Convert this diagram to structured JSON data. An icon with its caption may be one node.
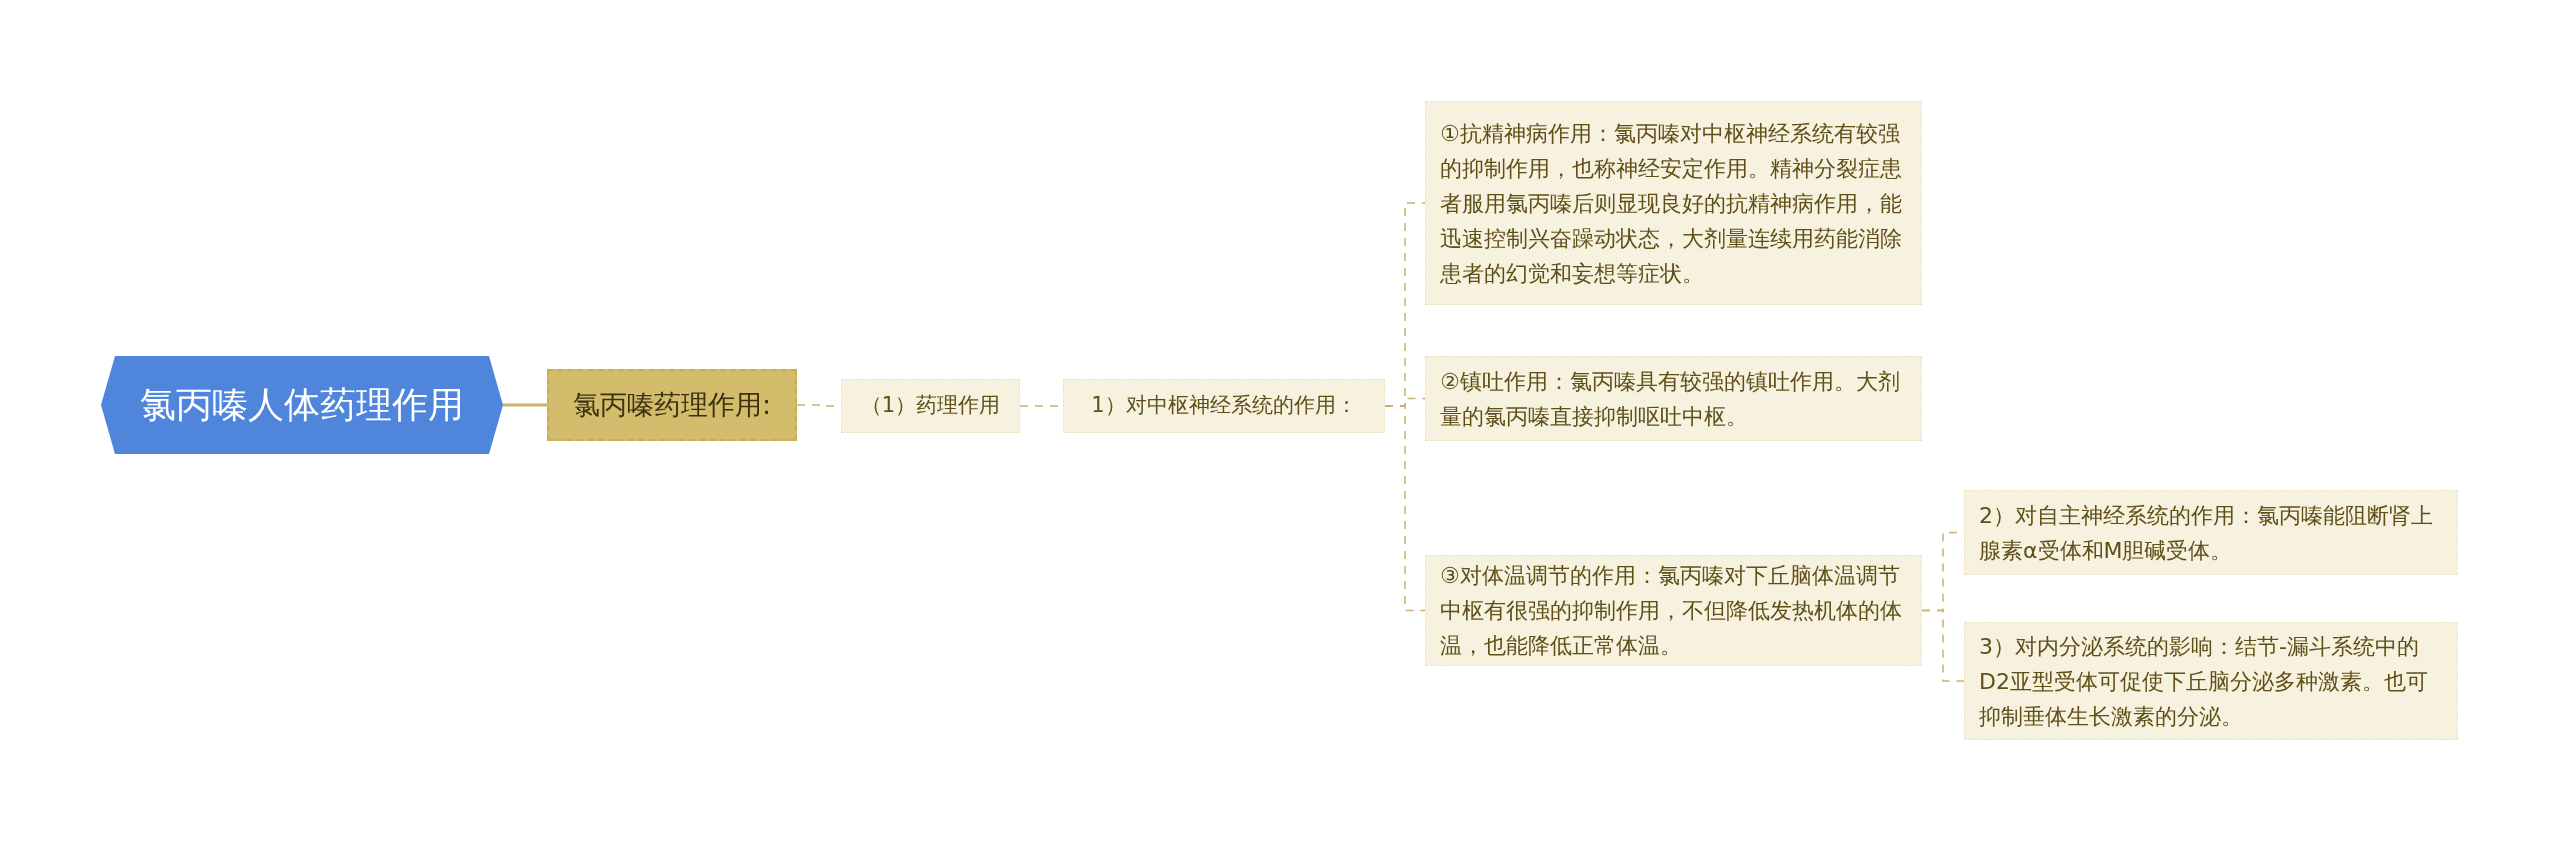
{
  "diagram": {
    "nodes": [
      {
        "text": [
          "氯丙嗪人体药理作用"
        ]
      },
      {
        "text": [
          "氯丙嗪药理作用:"
        ]
      },
      {
        "text": [
          "（1）药理作用"
        ]
      },
      {
        "text": [
          "1）对中枢神经系统的作用："
        ]
      },
      {
        "text": [
          "①抗精神病作用：氯丙嗪对中枢神经系统有较强的抑制作用，也称神经安定作用。精神分裂症患者服用氯丙嗪后则显现良好的抗精神病作用，能迅速控制兴奋躁动状态，大剂量连续用药能消除患者的幻觉和妄想等症状。"
        ]
      },
      {
        "text": [
          "②镇吐作用：氯丙嗪具有较强的镇吐作用。大剂量的氯丙嗪直接抑制呕吐中枢。"
        ]
      },
      {
        "text": [
          "③对体温调节的作用：氯丙嗪对下丘脑体温调节中枢有很强的抑制作用，不但降低发热机体的体温，也能降低正常体温。"
        ]
      },
      {
        "text": [
          "2）对自主神经系统的作用：氯丙嗪能阻断肾上腺素α受体和M胆碱受体。"
        ]
      },
      {
        "text": [
          "3）对内分泌系统的影响：结节-漏斗系统中的D2亚型受体可促使下丘脑分泌多种激素。也可抑制垂体生长激素的分泌。"
        ]
      }
    ],
    "edges": [
      {
        "from": 0,
        "to": 1,
        "arrow": "none"
      },
      {
        "from": 1,
        "to": 2,
        "arrow": "none",
        "style": "dashed"
      },
      {
        "from": 2,
        "to": 3,
        "arrow": "none",
        "style": "dashed"
      },
      {
        "from": 3,
        "to": 4,
        "arrow": "none",
        "style": "dashed"
      },
      {
        "from": 3,
        "to": 5,
        "arrow": "none",
        "style": "dashed"
      },
      {
        "from": 3,
        "to": 6,
        "arrow": "none",
        "style": "dashed"
      },
      {
        "from": 6,
        "to": 7,
        "arrow": "none",
        "style": "dashed"
      },
      {
        "from": 6,
        "to": 8,
        "arrow": "none",
        "style": "dashed"
      }
    ]
  }
}
